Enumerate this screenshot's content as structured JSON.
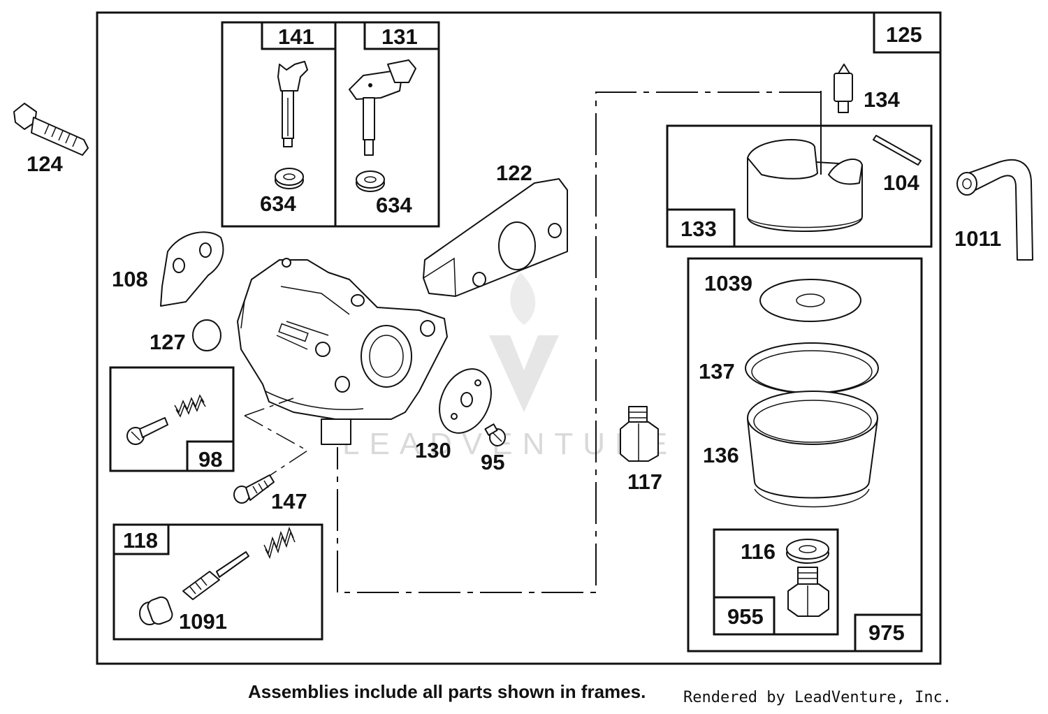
{
  "diagram": {
    "labels": {
      "p124": "124",
      "p141": "141",
      "p131": "131",
      "p125": "125",
      "p634a": "634",
      "p634b": "634",
      "p122": "122",
      "p134": "134",
      "p104": "104",
      "p133": "133",
      "p1011": "1011",
      "p108": "108",
      "p127": "127",
      "p1039": "1039",
      "p137": "137",
      "p130": "130",
      "p95": "95",
      "p98": "98",
      "p117": "117",
      "p136": "136",
      "p147": "147",
      "p118": "118",
      "p116": "116",
      "p1091": "1091",
      "p955": "955",
      "p975": "975"
    },
    "watermark": "LEADVENTURE"
  },
  "footer": {
    "note": "Assemblies include all parts shown in frames.",
    "credit": "Rendered by LeadVenture, Inc."
  }
}
